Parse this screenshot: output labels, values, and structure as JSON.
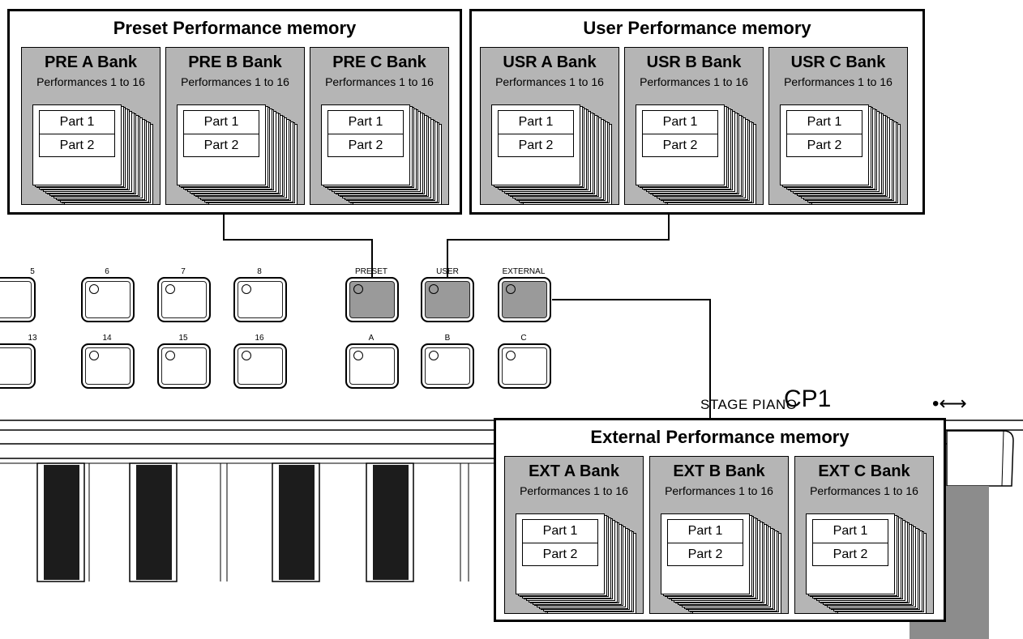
{
  "preset": {
    "title": "Preset Performance memory",
    "banks": [
      {
        "name": "PRE A Bank",
        "sub": "Performances 1 to 16",
        "part1": "Part 1",
        "part2": "Part 2"
      },
      {
        "name": "PRE B Bank",
        "sub": "Performances 1 to 16",
        "part1": "Part 1",
        "part2": "Part 2"
      },
      {
        "name": "PRE C Bank",
        "sub": "Performances 1 to 16",
        "part1": "Part 1",
        "part2": "Part 2"
      }
    ]
  },
  "user": {
    "title": "User Performance memory",
    "banks": [
      {
        "name": "USR A Bank",
        "sub": "Performances 1 to 16",
        "part1": "Part 1",
        "part2": "Part 2"
      },
      {
        "name": "USR B Bank",
        "sub": "Performances 1 to 16",
        "part1": "Part 1",
        "part2": "Part 2"
      },
      {
        "name": "USR C Bank",
        "sub": "Performances 1 to 16",
        "part1": "Part 1",
        "part2": "Part 2"
      }
    ]
  },
  "external": {
    "title": "External Performance memory",
    "banks": [
      {
        "name": "EXT A Bank",
        "sub": "Performances 1 to 16",
        "part1": "Part 1",
        "part2": "Part 2"
      },
      {
        "name": "EXT B Bank",
        "sub": "Performances 1 to 16",
        "part1": "Part 1",
        "part2": "Part 2"
      },
      {
        "name": "EXT C Bank",
        "sub": "Performances 1 to 16",
        "part1": "Part 1",
        "part2": "Part 2"
      }
    ]
  },
  "buttons": {
    "b5": "5",
    "b6": "6",
    "b7": "7",
    "b8": "8",
    "b13": "13",
    "b14": "14",
    "b15": "15",
    "b16": "16",
    "preset": "PRESET",
    "user": "USER",
    "external": "EXTERNAL",
    "a": "A",
    "b": "B",
    "c": "C"
  },
  "brand": {
    "model_prefix": "STAGE PIANO",
    "model": "CP1"
  },
  "icons": {
    "usb": "usb-icon"
  },
  "colors": {
    "bank_fill": "#b5b5b5",
    "selected_button": "#9a9a9a",
    "key_black": "#1c1c1c",
    "stand": "#8c8c8c"
  }
}
